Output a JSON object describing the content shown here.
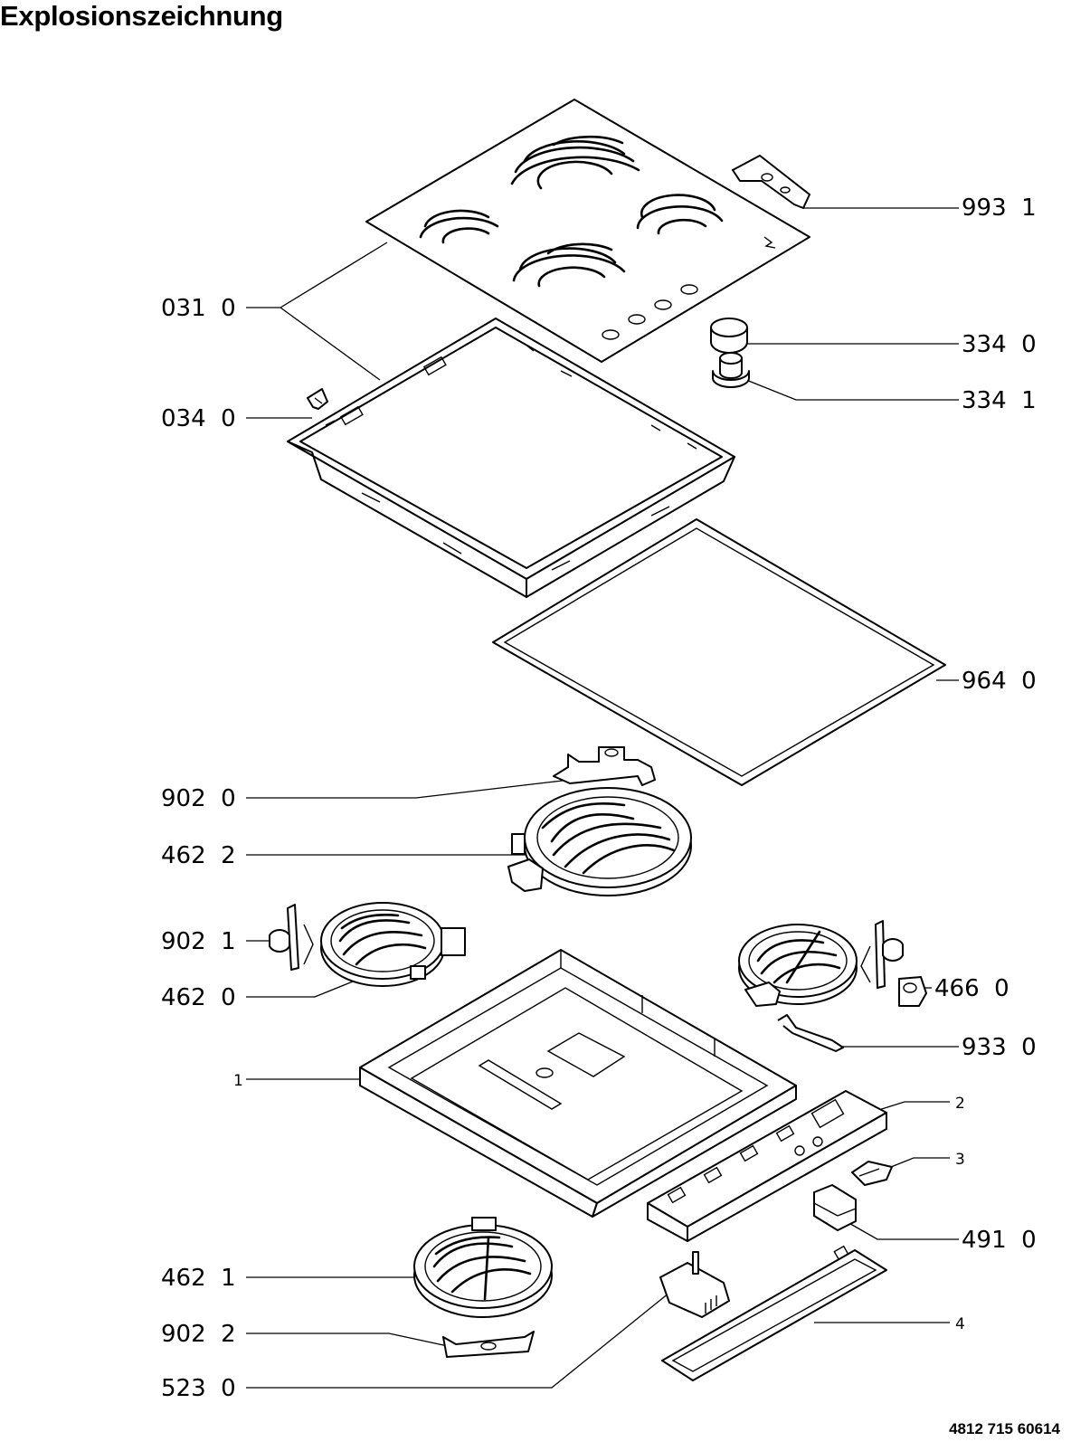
{
  "title": "Explosionszeichnung",
  "document_number": "4812 715 60614",
  "part_labels": [
    {
      "id": "993-1",
      "text": "993  1"
    },
    {
      "id": "031-0",
      "text": "031  0"
    },
    {
      "id": "334-0",
      "text": "334  0"
    },
    {
      "id": "334-1",
      "text": "334  1"
    },
    {
      "id": "034-0",
      "text": "034  0"
    },
    {
      "id": "964-0",
      "text": "964  0"
    },
    {
      "id": "902-0",
      "text": "902  0"
    },
    {
      "id": "462-2",
      "text": "462  2"
    },
    {
      "id": "902-1",
      "text": "902  1"
    },
    {
      "id": "462-0",
      "text": "462  0"
    },
    {
      "id": "466-0",
      "text": "466  0"
    },
    {
      "id": "933-0",
      "text": "933  0"
    },
    {
      "id": "1",
      "text": "1"
    },
    {
      "id": "2",
      "text": "2"
    },
    {
      "id": "3",
      "text": "3"
    },
    {
      "id": "491-0",
      "text": "491  0"
    },
    {
      "id": "462-1",
      "text": "462  1"
    },
    {
      "id": "902-2",
      "text": "902  2"
    },
    {
      "id": "4",
      "text": "4"
    },
    {
      "id": "523-0",
      "text": "523  0"
    }
  ]
}
